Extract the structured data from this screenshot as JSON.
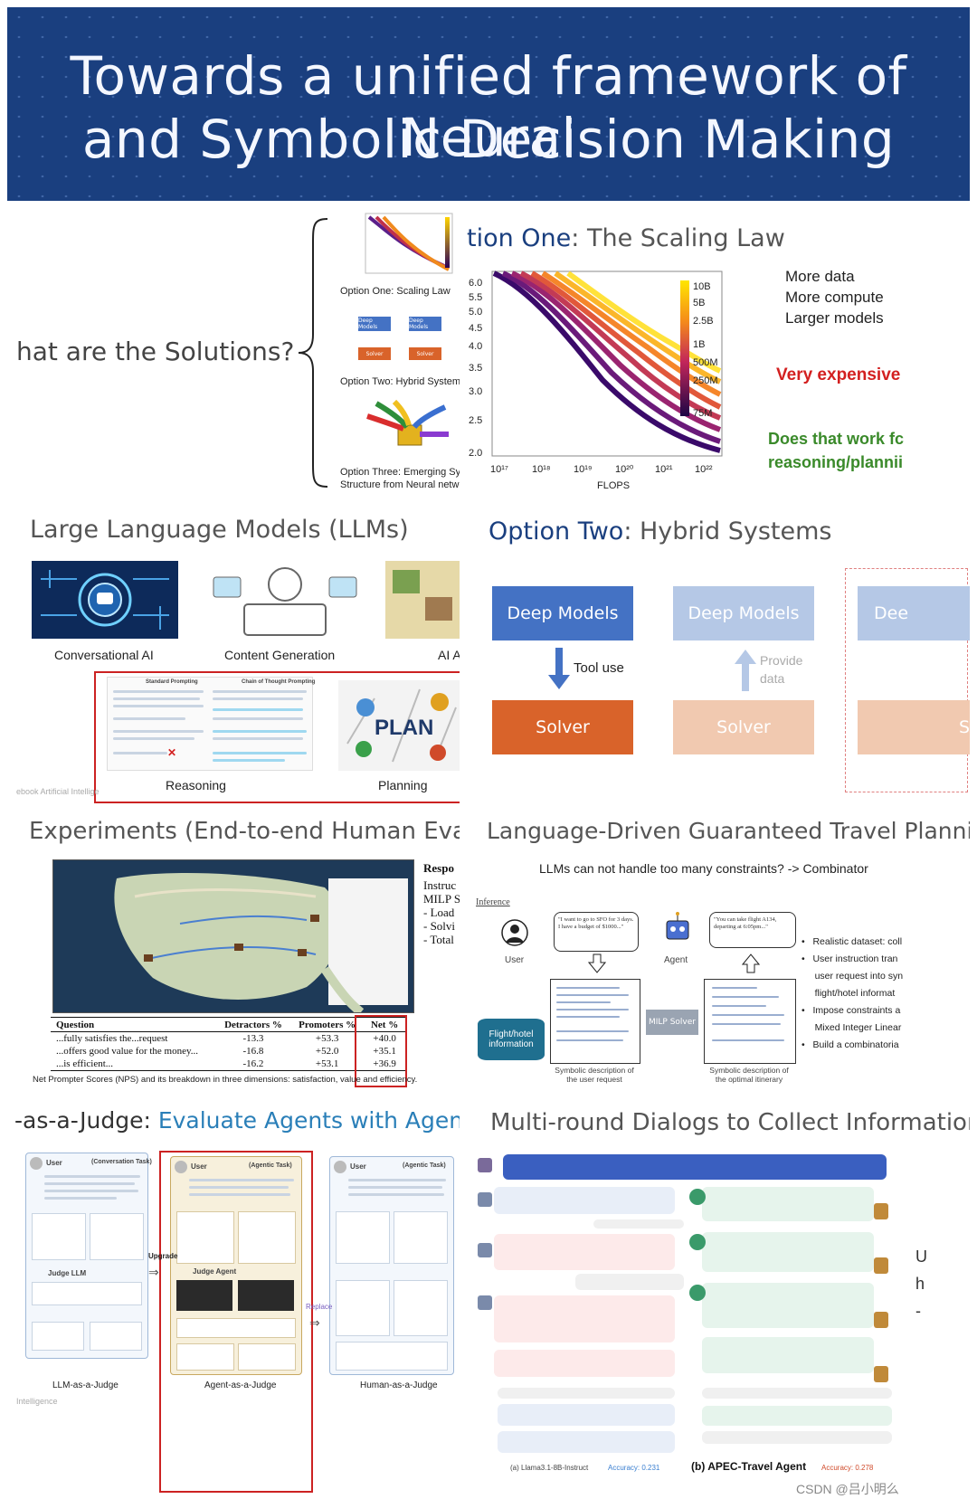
{
  "banner": {
    "line1": "Towards a unified framework of Neural",
    "line2": "and Symbolic Decision Making"
  },
  "solutions": {
    "title": "hat are the Solutions?",
    "option1": "Option One: Scaling Law",
    "option2": "Option Two: Hybrid System",
    "option3a": "Option Three: Emerging Syn",
    "option3b": "Structure from Neural netw",
    "mini_box1": "Deep Models",
    "mini_box2": "Deep Models",
    "mini_solver1": "Solver",
    "mini_solver2": "Solver"
  },
  "scaling": {
    "title_a": "tion One",
    "title_b": ": The Scaling Law",
    "bullets": [
      "More data",
      "More compute",
      "Larger models"
    ],
    "expensive": "Very expensive",
    "question1": "Does that work fc",
    "question2": "reasoning/plannii",
    "xlabel": "FLOPS",
    "yticks": [
      "6.0",
      "5.5",
      "5.0",
      "4.5",
      "4.0",
      "3.5",
      "3.0",
      "2.5",
      "2.0"
    ],
    "xticks": [
      "10¹⁷",
      "10¹⁸",
      "10¹⁹",
      "10²⁰",
      "10²¹",
      "10²²"
    ],
    "cbar": [
      "10B",
      "5B",
      "2.5B",
      "1B",
      "500M",
      "250M",
      "75M"
    ]
  },
  "llm": {
    "title": "Large Language Models (LLMs)",
    "labels": [
      "Conversational AI",
      "Content Generation",
      "AI A"
    ],
    "reasoning": "Reasoning",
    "planning": "Planning",
    "plan_word": "PLAN",
    "std_prompt": "Standard Prompting",
    "cot_prompt": "Chain of Thought Prompting",
    "footer": "ebook Artificial Intellige"
  },
  "hybrid": {
    "title_a": "Option Two",
    "title_b": ": Hybrid Systems",
    "deep1": "Deep Models",
    "deep2": "Deep Models",
    "deep3": "Dee",
    "solver1": "Solver",
    "solver2": "Solver",
    "solver3": "S",
    "tool_use": "Tool use",
    "provide1": "Provide",
    "provide2": "data"
  },
  "experiments": {
    "title": "Experiments (End-to-end Human Evaluation)",
    "side_head": "Respo",
    "side_lines": [
      "Instruc",
      "MILP S",
      "- Load",
      "- Solvi",
      "- Total"
    ],
    "table_head": [
      "Question",
      "Detractors %",
      "Promoters %",
      "Net %"
    ],
    "rows": [
      [
        "...fully satisfies the...request",
        "-13.3",
        "+53.3",
        "+40.0"
      ],
      [
        "...offers good value for the money...",
        "-16.8",
        "+52.0",
        "+35.1"
      ],
      [
        "...is efficient...",
        "-16.2",
        "+53.1",
        "+36.9"
      ]
    ],
    "caption": "Net Prompter Scores (NPS) and its breakdown in three dimensions: satisfaction, value and efficiency."
  },
  "travel": {
    "title": "Language-Driven Guaranteed Travel Planning",
    "subtitle": "LLMs can not handle too many constraints? -> Combinator",
    "inference": "Inference",
    "user": "User",
    "agent": "Agent",
    "bubble_user": "\"I want to go to SFO for 3 days. I have a budget of $1000...\"",
    "bubble_agent": "\"You can take flight A134, departing at 6:05pm...\"",
    "db": "Flight/hotel information",
    "milp": "MILP Solver",
    "cap_left": "Symbolic description of the user request",
    "cap_right": "Symbolic description of the optimal itinerary",
    "bullets": [
      "Realistic dataset: coll",
      "User instruction tran",
      "user request into syn",
      "flight/hotel informat",
      "Impose constraints a",
      "Mixed Integer Linear",
      "Build a combinatoria"
    ]
  },
  "judge": {
    "title_a": "-as-a-Judge: ",
    "title_b": "Evaluate Agents with Agents",
    "col_labels": [
      "LLM-as-a-Judge",
      "Agent-as-a-Judge",
      "Human-as-a-Judge"
    ],
    "upgrade": "Upgrade",
    "replace": "Replace",
    "head_left": "User",
    "task_left": "(Conversation Task)",
    "task_mid": "(Agentic Task)",
    "task_right": "(Agentic Task)",
    "judge_llm": "Judge LLM",
    "judge_agent": "Judge Agent",
    "footer": "Intelligence"
  },
  "dialog": {
    "title": "Multi-round Dialogs to Collect Information",
    "footer_a": "(a) Llama3.1-8B-Instruct",
    "footer_a_acc": "Accuracy: 0.231",
    "footer_b": "(b) APEC-Travel Agent",
    "footer_b_acc": "Accuracy: 0.278",
    "watermark": "CSDN @吕小明么",
    "side_chars": [
      "U",
      "h",
      "-"
    ]
  },
  "colors": {
    "banner": "#1a3f7f",
    "deep_blue": "#4472c4",
    "solver_orange": "#d9632a",
    "red": "#d32020",
    "green": "#3a8a2a",
    "highlight_red": "#cc2222"
  }
}
